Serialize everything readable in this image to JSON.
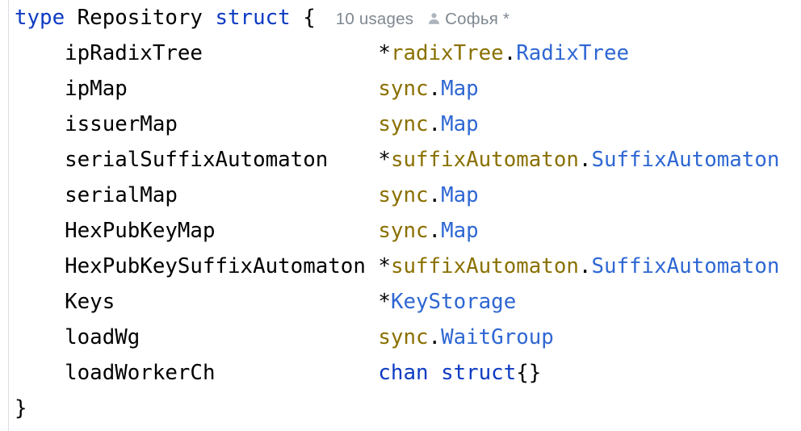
{
  "editor": {
    "language": "go",
    "background": "#ffffff",
    "gutter_border_color": "#dcdee3"
  },
  "colors": {
    "keyword": "#0e3bc3",
    "package": "#8a7000",
    "type_name": "#2e67d3",
    "text": "#000000",
    "inlay": "#7f8891",
    "author_icon": "#afb5bf"
  },
  "inlays": {
    "usages": "10 usages",
    "author": "Софья *",
    "author_icon": "person-icon"
  },
  "code": {
    "lines": [
      {
        "inlay": true,
        "tokens": [
          {
            "t": "type",
            "s": "keyword"
          },
          {
            "t": " Repository ",
            "s": "text"
          },
          {
            "t": "struct",
            "s": "keyword"
          },
          {
            "t": " {",
            "s": "text"
          }
        ]
      },
      {
        "tokens": [
          {
            "t": "    ipRadixTree              *",
            "s": "text"
          },
          {
            "t": "radixTree",
            "s": "package"
          },
          {
            "t": ".",
            "s": "text"
          },
          {
            "t": "RadixTree",
            "s": "type_name"
          }
        ]
      },
      {
        "tokens": [
          {
            "t": "    ipMap                    ",
            "s": "text"
          },
          {
            "t": "sync",
            "s": "package"
          },
          {
            "t": ".",
            "s": "text"
          },
          {
            "t": "Map",
            "s": "type_name"
          }
        ]
      },
      {
        "tokens": [
          {
            "t": "    issuerMap                ",
            "s": "text"
          },
          {
            "t": "sync",
            "s": "package"
          },
          {
            "t": ".",
            "s": "text"
          },
          {
            "t": "Map",
            "s": "type_name"
          }
        ]
      },
      {
        "tokens": [
          {
            "t": "    serialSuffixAutomaton    *",
            "s": "text"
          },
          {
            "t": "suffixAutomaton",
            "s": "package"
          },
          {
            "t": ".",
            "s": "text"
          },
          {
            "t": "SuffixAutomaton",
            "s": "type_name"
          }
        ]
      },
      {
        "tokens": [
          {
            "t": "    serialMap                ",
            "s": "text"
          },
          {
            "t": "sync",
            "s": "package"
          },
          {
            "t": ".",
            "s": "text"
          },
          {
            "t": "Map",
            "s": "type_name"
          }
        ]
      },
      {
        "tokens": [
          {
            "t": "    HexPubKeyMap             ",
            "s": "text"
          },
          {
            "t": "sync",
            "s": "package"
          },
          {
            "t": ".",
            "s": "text"
          },
          {
            "t": "Map",
            "s": "type_name"
          }
        ]
      },
      {
        "tokens": [
          {
            "t": "    HexPubKeySuffixAutomaton *",
            "s": "text"
          },
          {
            "t": "suffixAutomaton",
            "s": "package"
          },
          {
            "t": ".",
            "s": "text"
          },
          {
            "t": "SuffixAutomaton",
            "s": "type_name"
          }
        ]
      },
      {
        "tokens": [
          {
            "t": "    Keys                     *",
            "s": "text"
          },
          {
            "t": "KeyStorage",
            "s": "type_name"
          }
        ]
      },
      {
        "tokens": [
          {
            "t": "    loadWg                   ",
            "s": "text"
          },
          {
            "t": "sync",
            "s": "package"
          },
          {
            "t": ".",
            "s": "text"
          },
          {
            "t": "WaitGroup",
            "s": "type_name"
          }
        ]
      },
      {
        "tokens": [
          {
            "t": "    loadWorkerCh             ",
            "s": "text"
          },
          {
            "t": "chan",
            "s": "keyword"
          },
          {
            "t": " ",
            "s": "text"
          },
          {
            "t": "struct",
            "s": "keyword"
          },
          {
            "t": "{}",
            "s": "text"
          }
        ]
      },
      {
        "tokens": [
          {
            "t": "}",
            "s": "text"
          }
        ]
      }
    ]
  }
}
